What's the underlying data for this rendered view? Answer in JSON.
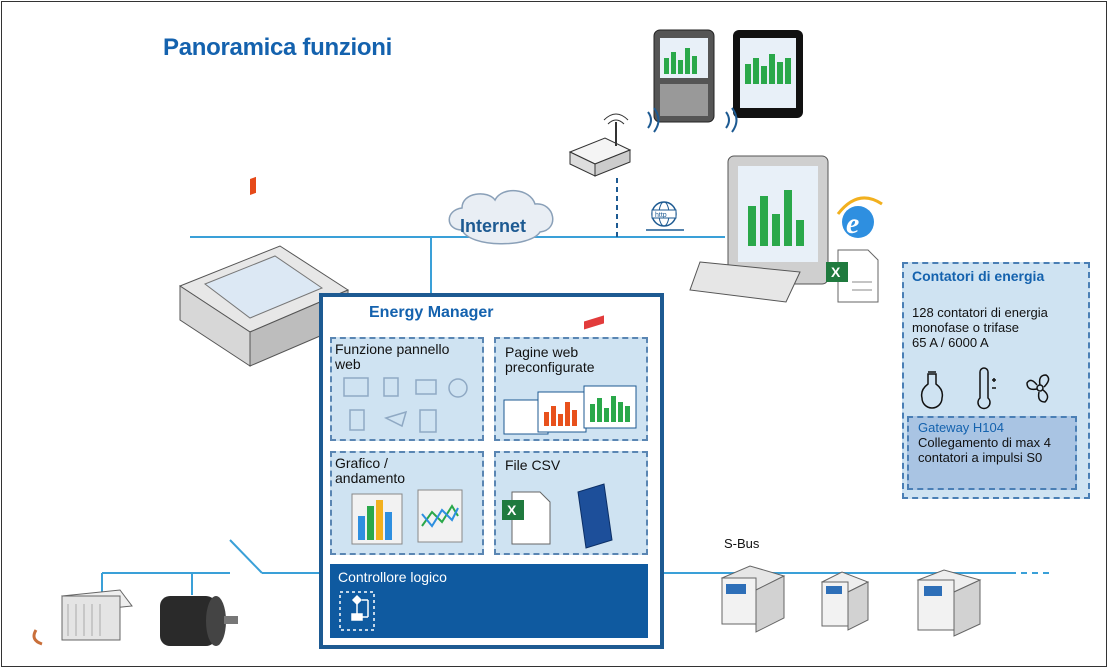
{
  "title": "Panoramica funzioni",
  "internet_label": "Internet",
  "energy_manager": {
    "title": "Energy Manager",
    "modules": [
      {
        "label": "Funzione pannello\nweb"
      },
      {
        "label": "Pagine web\npreconfigurate"
      },
      {
        "label": "Grafico /\nandamento"
      },
      {
        "label": "File CSV"
      }
    ],
    "logic_controller": "Controllore logico"
  },
  "counters": {
    "title": "Contatori di energia",
    "body": "128 contatori di energia monofase o trifase\n65 A / 6000 A",
    "icons": [
      "bulb-icon",
      "thermometer-icon",
      "fan-icon"
    ],
    "gateway_title": "Gateway H104",
    "gateway_body": "Collegamento di max 4 contatori a impulsi S0"
  },
  "sbus_label": "S-Bus",
  "device_icons": [
    "smartphone-icon",
    "tablet-icon",
    "router-icon",
    "http-globe-icon",
    "desktop-pc-icon",
    "browser-icon",
    "excel-file-icon",
    "panel-pc-icon",
    "heater-icon",
    "motor-icon",
    "energy-meter-icon"
  ],
  "colors": {
    "accent": "#1462ae",
    "line": "#3aa0d8",
    "box_border": "#1d5a92",
    "module_fill": "#cfe3f2",
    "logic_fill": "#0f5aa0"
  }
}
